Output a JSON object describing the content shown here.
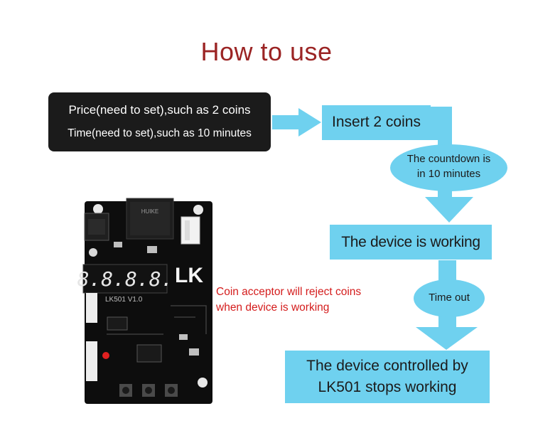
{
  "title": "How to use",
  "settings_box": {
    "line1": "Price(need to set),such as 2 coins",
    "line2": "Time(need to set),such as 10 minutes"
  },
  "flow": {
    "step1": "Insert 2 coins",
    "countdown_line1": "The countdown is",
    "countdown_line2": "in 10 minutes",
    "step2": "The device is working",
    "timeout": "Time out",
    "step3_line1": "The device controlled by",
    "step3_line2": "LK501 stops working"
  },
  "note": {
    "line1": "Coin acceptor will reject coins",
    "line2": "when device is working"
  },
  "board": {
    "relay_brand": "HUIKE",
    "display": "8.8.8.8.",
    "logo": "LK",
    "model": "LK501 V1.0"
  },
  "colors": {
    "title": "#9b2424",
    "flow_fill": "#6fd1ef",
    "note_text": "#d41c1c",
    "settings_bg": "#1b1b1b"
  }
}
